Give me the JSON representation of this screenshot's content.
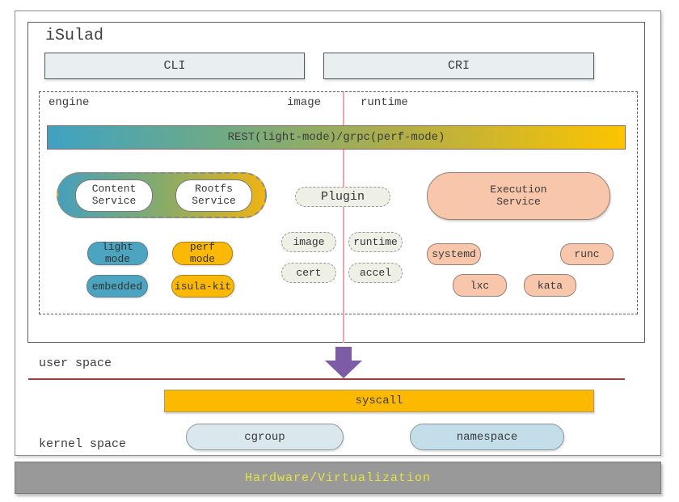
{
  "title": "iSulad",
  "interfaces": {
    "cli": "CLI",
    "cri": "CRI"
  },
  "columns": {
    "engine": "engine",
    "image": "image",
    "runtime": "runtime"
  },
  "rest_bar": {
    "label": "REST(light-mode)/grpc(perf-mode)"
  },
  "engine_col": {
    "content_service": "Content\nService",
    "rootfs_service": "Rootfs\nService",
    "light_mode": "light\nmode",
    "perf_mode": "perf\nmode",
    "embedded": "embedded",
    "isula_kit": "isula-kit"
  },
  "image_col": {
    "plugin": "Plugin",
    "image": "image",
    "runtime": "runtime",
    "cert": "cert",
    "accel": "accel"
  },
  "runtime_col": {
    "execution_service": "Execution\nService",
    "systemd": "systemd",
    "runc": "runc",
    "lxc": "lxc",
    "kata": "kata"
  },
  "spaces": {
    "user": "user space",
    "kernel": "kernel space",
    "syscall": "syscall",
    "cgroup": "cgroup",
    "namespace": "namespace"
  },
  "hardware": {
    "label": "Hardware/Virtualization"
  },
  "colors": {
    "teal": "#4BA4C0",
    "gold": "#FBB905",
    "salmon": "#F8C6AB",
    "cgroup_blue": "#DAE8EE",
    "namespace_blue": "#C3DDE9",
    "pink_divider": "#F2A3B3",
    "arrow_purple": "#7D5BA6",
    "red_line": "#9C3F3F",
    "hardware_bg": "#999999",
    "hardware_text": "#E2E53E"
  }
}
